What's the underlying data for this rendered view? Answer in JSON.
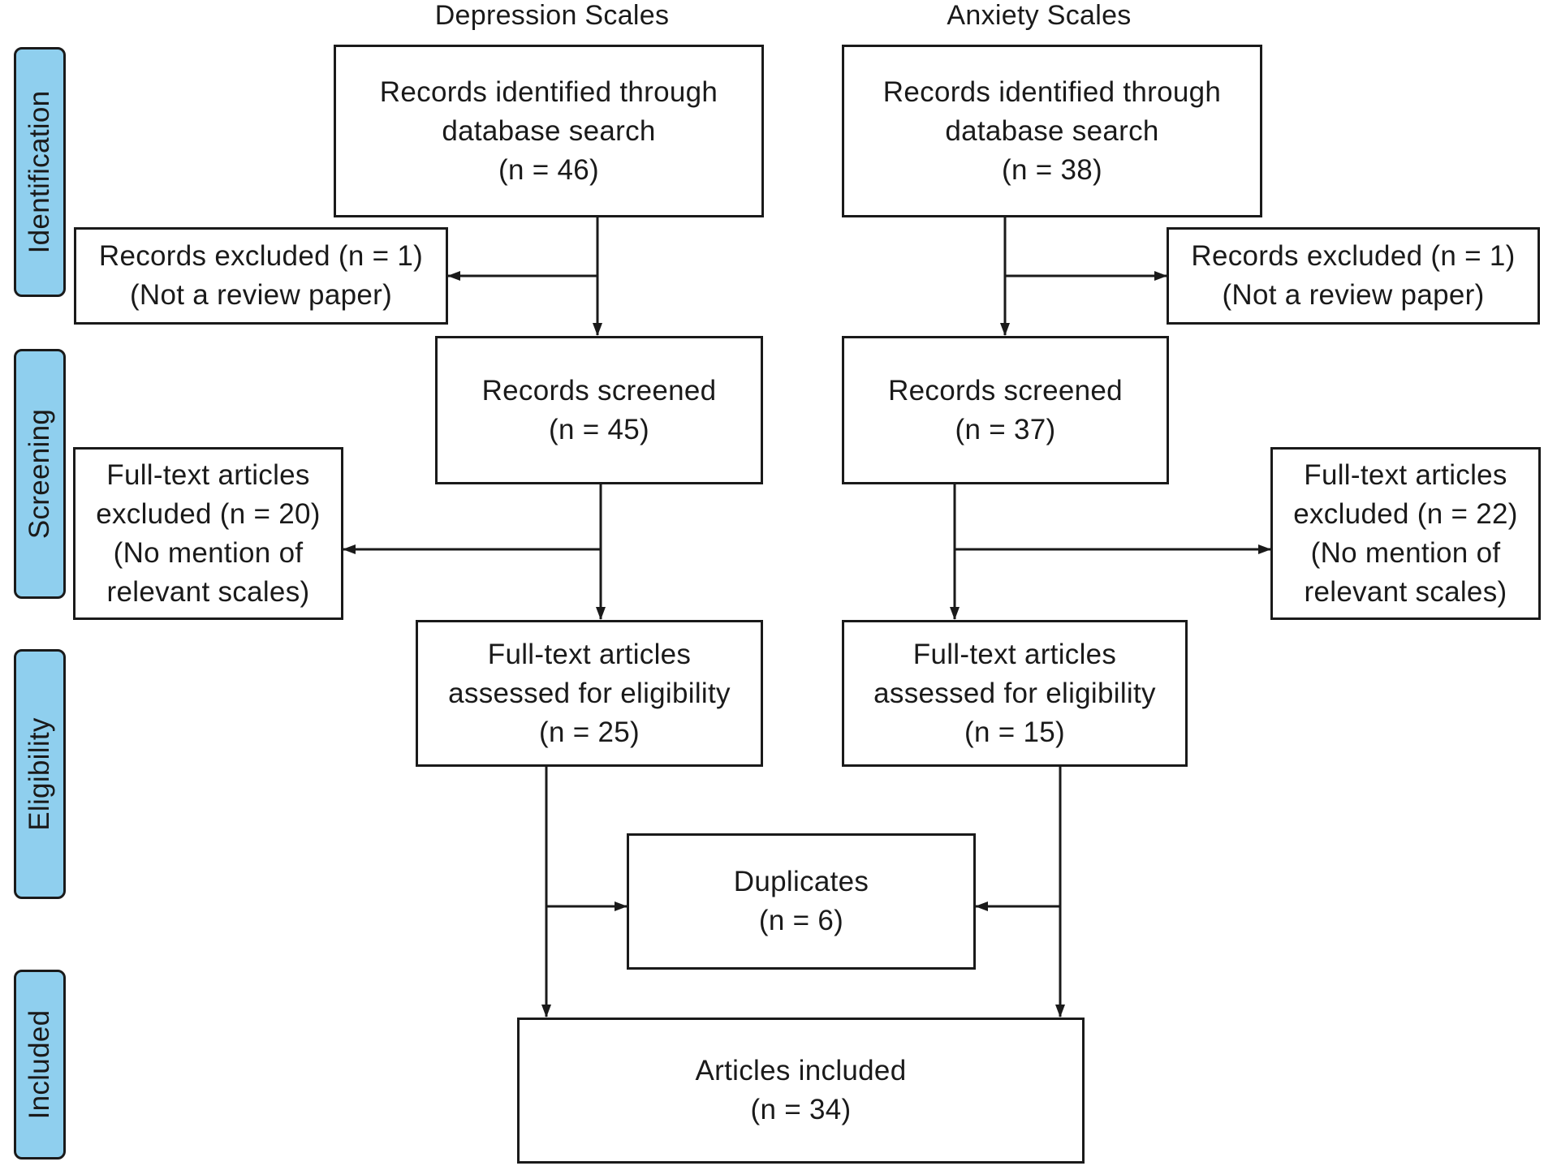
{
  "columns": {
    "depression": "Depression Scales",
    "anxiety": "Anxiety Scales"
  },
  "stages": {
    "identification": "Identification",
    "screening": "Screening",
    "eligibility": "Eligibility",
    "included": "Included"
  },
  "depression": {
    "identified": [
      "Records identified through",
      "database search",
      "(n = 46)"
    ],
    "excluded_records": [
      "Records excluded (n = 1)",
      "(Not a review paper)"
    ],
    "screened": [
      "Records screened",
      "(n = 45)"
    ],
    "excluded_fulltext": [
      "Full-text articles",
      "excluded (n = 20)",
      "(No mention of",
      "relevant scales)"
    ],
    "assessed": [
      "Full-text articles",
      "assessed for eligibility",
      "(n = 25)"
    ]
  },
  "anxiety": {
    "identified": [
      "Records identified through",
      "database search",
      "(n = 38)"
    ],
    "excluded_records": [
      "Records excluded (n = 1)",
      "(Not a review paper)"
    ],
    "screened": [
      "Records screened",
      "(n = 37)"
    ],
    "excluded_fulltext": [
      "Full-text articles",
      "excluded (n = 22)",
      "(No mention of",
      "relevant scales)"
    ],
    "assessed": [
      "Full-text articles",
      "assessed for eligibility",
      "(n = 15)"
    ]
  },
  "duplicates": [
    "Duplicates",
    "(n = 6)"
  ],
  "included": [
    "Articles included",
    "(n = 34)"
  ]
}
